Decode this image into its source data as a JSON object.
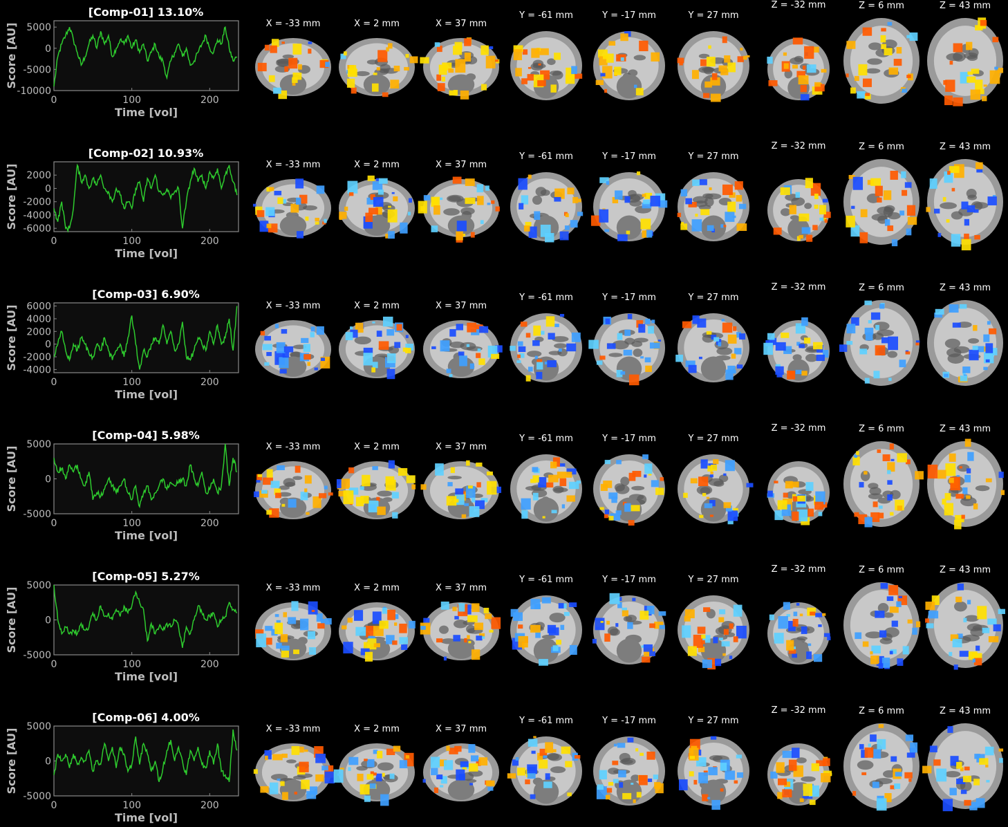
{
  "chart_data": [
    {
      "type": "line",
      "title": "[Comp-01] 13.10%",
      "xlabel": "Time [vol]",
      "ylabel": "Score [AU]",
      "xlim": [
        0,
        237
      ],
      "ylim": [
        -10000,
        6500
      ],
      "xticks": [
        0,
        100,
        200
      ],
      "yticks": [
        5000,
        0,
        -5000,
        -10000
      ],
      "line_color": "#2ecc2e",
      "x": [
        0,
        5,
        10,
        15,
        20,
        25,
        30,
        35,
        40,
        45,
        50,
        55,
        60,
        65,
        70,
        75,
        80,
        85,
        90,
        95,
        100,
        105,
        110,
        115,
        120,
        125,
        130,
        135,
        140,
        145,
        150,
        155,
        160,
        165,
        170,
        175,
        180,
        185,
        190,
        195,
        200,
        205,
        210,
        215,
        220,
        225,
        230,
        235
      ],
      "y": [
        -9000,
        -2000,
        1000,
        3000,
        5000,
        2000,
        -1000,
        -4000,
        -2000,
        1000,
        3000,
        0,
        4000,
        1000,
        3000,
        -2000,
        0,
        2000,
        1000,
        3000,
        0,
        2000,
        -1000,
        1000,
        -3000,
        -1000,
        1000,
        -2000,
        -3000,
        -7000,
        -3000,
        -1000,
        1000,
        -2000,
        0,
        -4000,
        -3000,
        -1000,
        1000,
        3000,
        0,
        -1000,
        2000,
        1000,
        5000,
        0,
        -3000,
        -2000
      ]
    },
    {
      "type": "line",
      "title": "[Comp-02] 10.93%",
      "xlabel": "Time [vol]",
      "ylabel": "Score [AU]",
      "xlim": [
        0,
        237
      ],
      "ylim": [
        -6500,
        4000
      ],
      "xticks": [
        0,
        100,
        200
      ],
      "yticks": [
        2000,
        0,
        -2000,
        -4000,
        -6000
      ],
      "line_color": "#2ecc2e",
      "x": [
        0,
        5,
        10,
        15,
        20,
        25,
        30,
        35,
        40,
        45,
        50,
        55,
        60,
        65,
        70,
        75,
        80,
        85,
        90,
        95,
        100,
        105,
        110,
        115,
        120,
        125,
        130,
        135,
        140,
        145,
        150,
        155,
        160,
        165,
        170,
        175,
        180,
        185,
        190,
        195,
        200,
        205,
        210,
        215,
        220,
        225,
        230,
        235
      ],
      "y": [
        -3000,
        -5000,
        -2000,
        -6000,
        -6000,
        -3000,
        3500,
        1000,
        2000,
        0,
        1500,
        500,
        2000,
        0,
        -500,
        -2000,
        0,
        -1000,
        -3000,
        -2000,
        -3000,
        0,
        1000,
        -2000,
        1500,
        0,
        2000,
        -500,
        -1000,
        0,
        -1500,
        -500,
        0,
        -6000,
        -2000,
        1000,
        3000,
        1000,
        2000,
        0,
        2500,
        1500,
        3000,
        0,
        2000,
        3500,
        1000,
        -1000
      ]
    },
    {
      "type": "line",
      "title": "[Comp-03] 6.90%",
      "xlabel": "Time [vol]",
      "ylabel": "Score [AU]",
      "xlim": [
        0,
        237
      ],
      "ylim": [
        -4500,
        6500
      ],
      "xticks": [
        0,
        100,
        200
      ],
      "yticks": [
        6000,
        4000,
        2000,
        0,
        -2000,
        -4000
      ],
      "line_color": "#2ecc2e",
      "x": [
        0,
        5,
        10,
        15,
        20,
        25,
        30,
        35,
        40,
        45,
        50,
        55,
        60,
        65,
        70,
        75,
        80,
        85,
        90,
        95,
        100,
        105,
        110,
        115,
        120,
        125,
        130,
        135,
        140,
        145,
        150,
        155,
        160,
        165,
        170,
        175,
        180,
        185,
        190,
        195,
        200,
        205,
        210,
        215,
        220,
        225,
        230,
        235
      ],
      "y": [
        -2000,
        0,
        2000,
        -1000,
        -2500,
        0,
        -1000,
        1000,
        0,
        -1500,
        -2000,
        0,
        -1000,
        1000,
        -1000,
        -2500,
        -1000,
        0,
        -2000,
        1000,
        4500,
        0,
        -4000,
        -1000,
        -2000,
        0,
        1000,
        0,
        3000,
        0,
        2000,
        -1000,
        0,
        3500,
        -2000,
        -2500,
        -1000,
        1000,
        0,
        -1000,
        2000,
        0,
        3000,
        0,
        1000,
        4000,
        -1000,
        6000
      ]
    },
    {
      "type": "line",
      "title": "[Comp-04] 5.98%",
      "xlabel": "Time [vol]",
      "ylabel": "Score [AU]",
      "xlim": [
        0,
        237
      ],
      "ylim": [
        -5000,
        5000
      ],
      "xticks": [
        0,
        100,
        200
      ],
      "yticks": [
        5000,
        0,
        -5000
      ],
      "line_color": "#2ecc2e",
      "x": [
        0,
        5,
        10,
        15,
        20,
        25,
        30,
        35,
        40,
        45,
        50,
        55,
        60,
        65,
        70,
        75,
        80,
        85,
        90,
        95,
        100,
        105,
        110,
        115,
        120,
        125,
        130,
        135,
        140,
        145,
        150,
        155,
        160,
        165,
        170,
        175,
        180,
        185,
        190,
        195,
        200,
        205,
        210,
        215,
        220,
        225,
        230,
        235
      ],
      "y": [
        3000,
        1000,
        1500,
        0,
        2000,
        1000,
        2000,
        0,
        -1000,
        1000,
        -3000,
        -2000,
        -2500,
        -1500,
        0,
        -1000,
        -2000,
        -1000,
        0,
        -2000,
        -3000,
        -1000,
        -4000,
        -2000,
        -1000,
        -3000,
        -2000,
        -1000,
        0,
        -1500,
        -500,
        -1000,
        -500,
        0,
        -1000,
        2000,
        0,
        -1000,
        1000,
        -2000,
        -1500,
        0,
        -2000,
        -1000,
        5000,
        -1000,
        3000,
        1000
      ]
    },
    {
      "type": "line",
      "title": "[Comp-05] 5.27%",
      "xlabel": "Time [vol]",
      "ylabel": "Score [AU]",
      "xlim": [
        0,
        237
      ],
      "ylim": [
        -5000,
        5000
      ],
      "xticks": [
        0,
        100,
        200
      ],
      "yticks": [
        5000,
        0,
        -5000
      ],
      "line_color": "#2ecc2e",
      "x": [
        0,
        5,
        10,
        15,
        20,
        25,
        30,
        35,
        40,
        45,
        50,
        55,
        60,
        65,
        70,
        75,
        80,
        85,
        90,
        95,
        100,
        105,
        110,
        115,
        120,
        125,
        130,
        135,
        140,
        145,
        150,
        155,
        160,
        165,
        170,
        175,
        180,
        185,
        190,
        195,
        200,
        205,
        210,
        215,
        220,
        225,
        230,
        235
      ],
      "y": [
        5000,
        0,
        -2000,
        -1000,
        -2000,
        -1500,
        -2000,
        -500,
        -1500,
        -1000,
        1000,
        0,
        2000,
        500,
        1000,
        0,
        1500,
        500,
        2000,
        1000,
        2000,
        4000,
        2500,
        1500,
        -3000,
        -500,
        -2000,
        -1000,
        -1500,
        -500,
        -1000,
        0,
        -1000,
        -4000,
        -1000,
        -2000,
        0,
        2000,
        1000,
        0,
        500,
        1000,
        -1000,
        0,
        500,
        2500,
        1500,
        1000
      ]
    },
    {
      "type": "line",
      "title": "[Comp-06] 4.00%",
      "xlabel": "Time [vol]",
      "ylabel": "Score [AU]",
      "xlim": [
        0,
        237
      ],
      "ylim": [
        -5000,
        5000
      ],
      "xticks": [
        0,
        100,
        200
      ],
      "yticks": [
        5000,
        0,
        -5000
      ],
      "line_color": "#2ecc2e",
      "x": [
        0,
        5,
        10,
        15,
        20,
        25,
        30,
        35,
        40,
        45,
        50,
        55,
        60,
        65,
        70,
        75,
        80,
        85,
        90,
        95,
        100,
        105,
        110,
        115,
        120,
        125,
        130,
        135,
        140,
        145,
        150,
        155,
        160,
        165,
        170,
        175,
        180,
        185,
        190,
        195,
        200,
        205,
        210,
        215,
        220,
        225,
        230,
        235
      ],
      "y": [
        -2000,
        1000,
        0,
        1000,
        -1000,
        1000,
        -500,
        500,
        0,
        1500,
        -1500,
        0,
        -500,
        2500,
        0,
        2000,
        -1000,
        2000,
        1000,
        -1500,
        -500,
        3500,
        -500,
        2500,
        1000,
        -1500,
        0,
        -3000,
        -1000,
        1500,
        3000,
        0,
        2000,
        0,
        -2000,
        1500,
        0,
        2000,
        -500,
        -1000,
        1500,
        -500,
        2500,
        -1500,
        -2000,
        -3000,
        4500,
        1500
      ]
    }
  ],
  "slice_labels": [
    "X = -33 mm",
    "X = 2 mm",
    "X = 37 mm",
    "Y = -61 mm",
    "Y = -17 mm",
    "Y = 27 mm",
    "Z = -32 mm",
    "Z = 6 mm",
    "Z = 43 mm"
  ],
  "colors": {
    "background": "#000000",
    "trace": "#2ecc2e",
    "axes_bg": "#0d0d0d",
    "positive": [
      "#ff5a00",
      "#ffb000",
      "#ffe000"
    ],
    "negative": [
      "#1a4dff",
      "#3fa0ff",
      "#5ed0ff"
    ],
    "brain": [
      "#2a2a2a",
      "#6a6a6a",
      "#cfcfcf",
      "#ffffff"
    ]
  },
  "brain_maps": [
    {
      "pos": 0.75,
      "neg": 0.08
    },
    {
      "pos": 0.5,
      "neg": 0.4
    },
    {
      "pos": 0.22,
      "neg": 0.72
    },
    {
      "pos": 0.55,
      "neg": 0.42
    },
    {
      "pos": 0.45,
      "neg": 0.55
    },
    {
      "pos": 0.55,
      "neg": 0.45
    }
  ]
}
